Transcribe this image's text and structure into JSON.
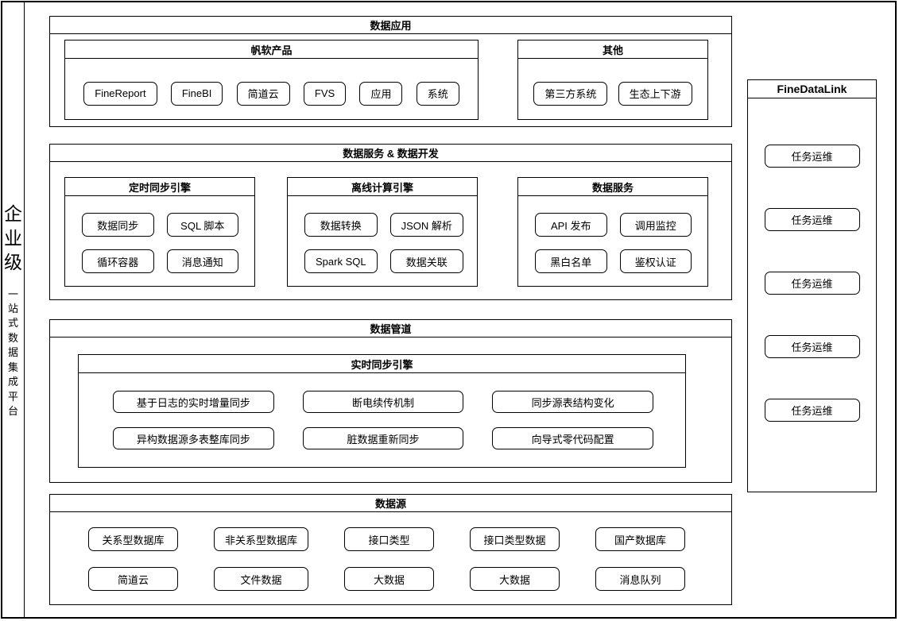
{
  "side": {
    "large": "企业级",
    "small": "一站式数据集成平台"
  },
  "sections": {
    "data_application": {
      "title": "数据应用",
      "groups": [
        {
          "title": "帆软产品",
          "items": [
            "FineReport",
            "FineBI",
            "简道云",
            "FVS",
            "应用",
            "系统"
          ]
        },
        {
          "title": "其他",
          "items": [
            "第三方系统",
            "生态上下游"
          ]
        }
      ]
    },
    "data_service_dev": {
      "title": "数据服务 & 数据开发",
      "groups": [
        {
          "title": "定时同步引擎",
          "items": [
            "数据同步",
            "SQL 脚本",
            "循环容器",
            "消息通知"
          ]
        },
        {
          "title": "离线计算引擎",
          "items": [
            "数据转换",
            "JSON 解析",
            "Spark SQL",
            "数据关联"
          ]
        },
        {
          "title": "数据服务",
          "items": [
            "API 发布",
            "调用监控",
            "黑白名单",
            "鉴权认证"
          ]
        }
      ]
    },
    "data_pipeline": {
      "title": "数据管道",
      "groups": [
        {
          "title": "实时同步引擎",
          "items": [
            "基于日志的实时增量同步",
            "断电续传机制",
            "同步源表结构变化",
            "异构数据源多表整库同步",
            "脏数据重新同步",
            "向导式零代码配置"
          ]
        }
      ]
    },
    "data_source": {
      "title": "数据源",
      "items": [
        "关系型数据库",
        "非关系型数据库",
        "接口类型",
        "接口类型数据",
        "国产数据库",
        "简道云",
        "文件数据",
        "大数据",
        "大数据",
        "消息队列"
      ]
    },
    "finedatalink": {
      "title": "FineDataLink",
      "items": [
        "任务运维",
        "任务运维",
        "任务运维",
        "任务运维",
        "任务运维"
      ]
    }
  },
  "colors": {
    "border": "#000000",
    "background": "#ffffff",
    "text": "#000000"
  }
}
